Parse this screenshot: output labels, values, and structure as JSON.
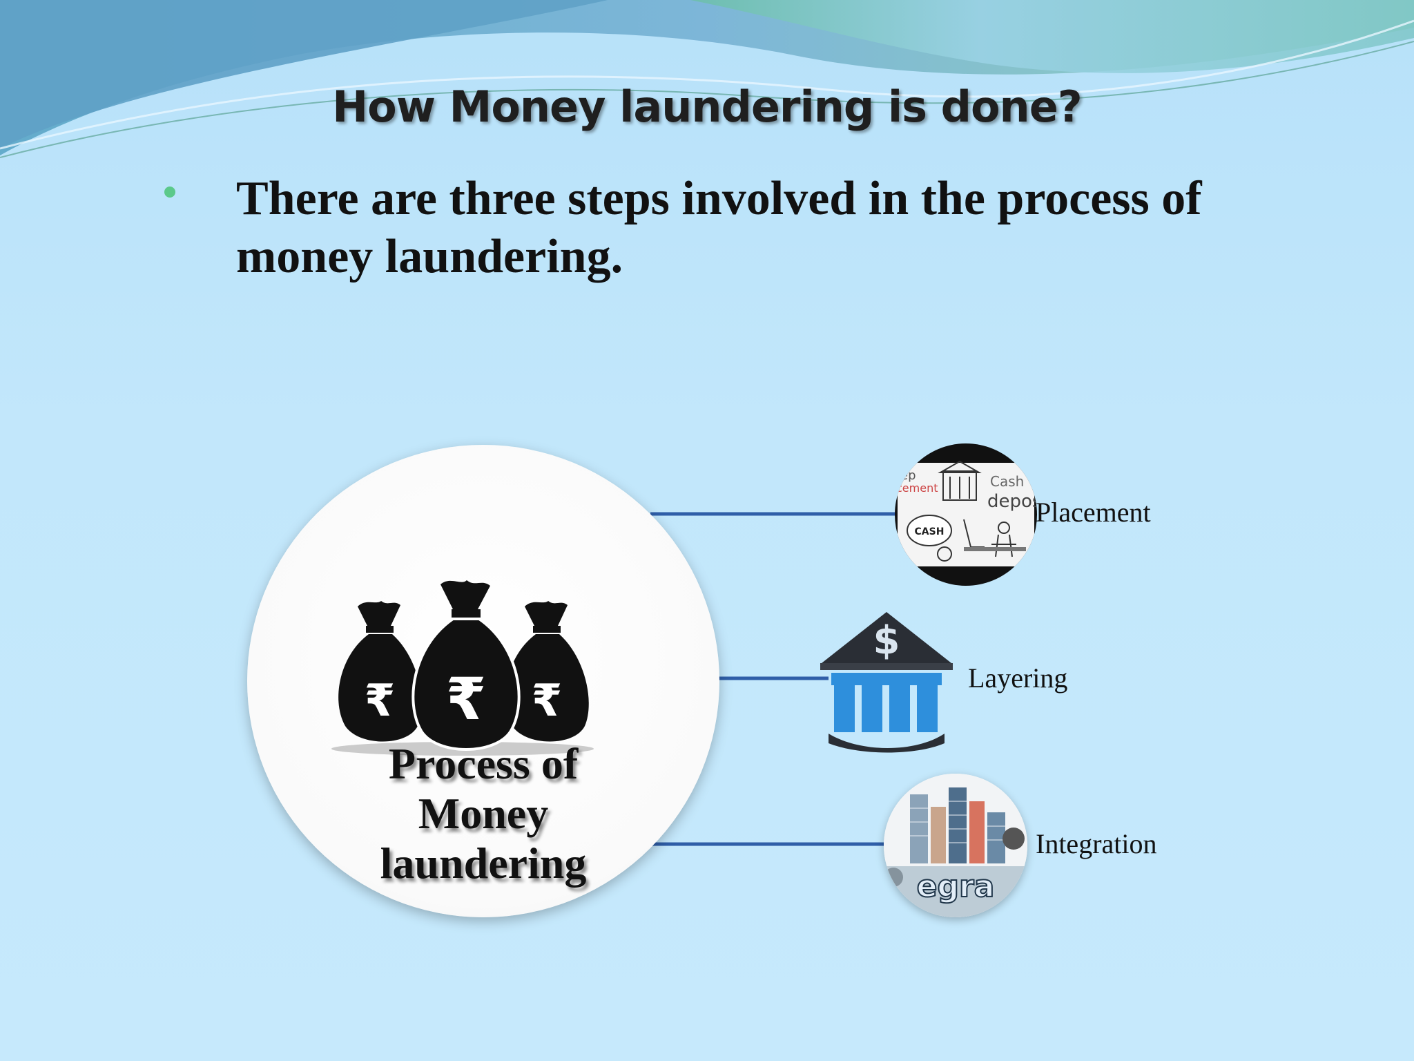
{
  "slide": {
    "title": "How Money laundering is done?",
    "bullet": "There are three steps involved in the process of money laundering."
  },
  "diagram": {
    "center_label": "Process of Money laundering",
    "center_icon": "rupee-money-bags-icon",
    "steps": [
      {
        "label": "Placement",
        "icon": "cash-deposit-icon"
      },
      {
        "label": "Layering",
        "icon": "bank-dollar-icon"
      },
      {
        "label": "Integration",
        "icon": "city-buildings-icon"
      }
    ],
    "image_text": {
      "step_fragment": "ep",
      "placement_fragment": "cement",
      "cash_fragment": "Cash",
      "deposit_fragment": "depos",
      "bag_label": "CASH",
      "integration_fragment": "egra",
      "currency_symbol": "₹",
      "dollar_symbol": "$"
    }
  },
  "colors": {
    "background": "#c4e8fb",
    "connector": "#2f5ea8",
    "bullet": "#5bc98a",
    "bank_blue": "#2e8fdc",
    "bank_roof": "#2a2e35"
  }
}
